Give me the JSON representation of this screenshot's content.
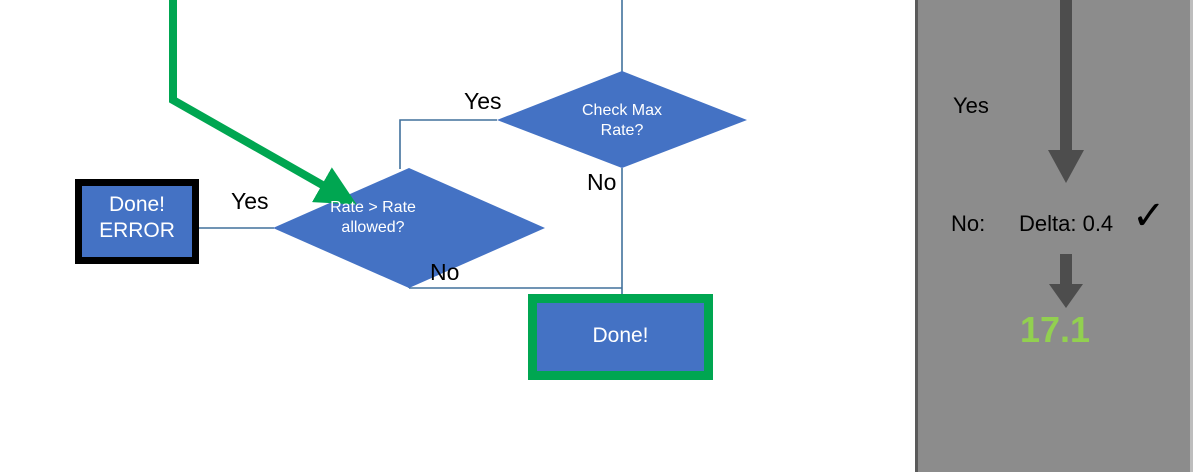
{
  "diagram": {
    "type": "flowchart",
    "background_color": "#FFFFFF",
    "shape_fill_color": "#4472C4",
    "shape_text_color": "#FFFFFF",
    "connector_color": "#4472C4",
    "highlight_green": "#00A651",
    "error_border_color": "#000000",
    "nodes": {
      "done_error": {
        "label": "Done!\nERROR",
        "shape": "process"
      },
      "rate_check": {
        "label": "Rate > Rate\nallowed?",
        "shape": "decision"
      },
      "check_max_rate": {
        "label": "Check Max\nRate?",
        "shape": "decision"
      },
      "done": {
        "label": "Done!",
        "shape": "process"
      }
    },
    "edge_labels": {
      "checkmax_yes": "Yes",
      "checkmax_no": "No",
      "rate_yes": "Yes",
      "rate_no": "No"
    }
  },
  "panel": {
    "background_color": "#8C8C8C",
    "arrow_color": "#4D4D4D",
    "yes_label": "Yes",
    "no_label": "No:",
    "delta_label": "Delta: 0.4",
    "check_mark": "✓",
    "result_value": "17.1",
    "result_color": "#92D050"
  }
}
